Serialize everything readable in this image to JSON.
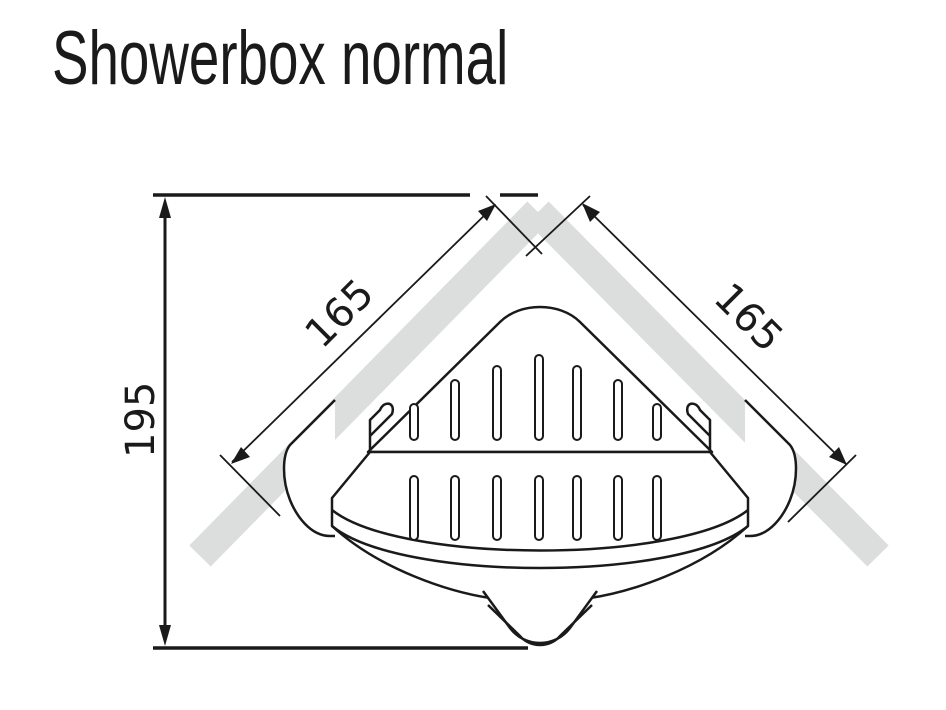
{
  "title": "Showerbox normal",
  "dimensions": {
    "height": "195",
    "left_side": "165",
    "right_side": "165"
  },
  "colors": {
    "line": "#1a1a1a",
    "wall": "#dcdddd",
    "background": "#ffffff"
  }
}
